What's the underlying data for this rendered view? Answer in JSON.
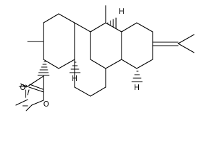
{
  "molecule": {
    "atoms": {
      "oxygen_carbonyl": "O",
      "oxygen_ester": "O",
      "hydrogen_1": "H",
      "hydrogen_2": "H",
      "hydrogen_3": "H"
    }
  }
}
